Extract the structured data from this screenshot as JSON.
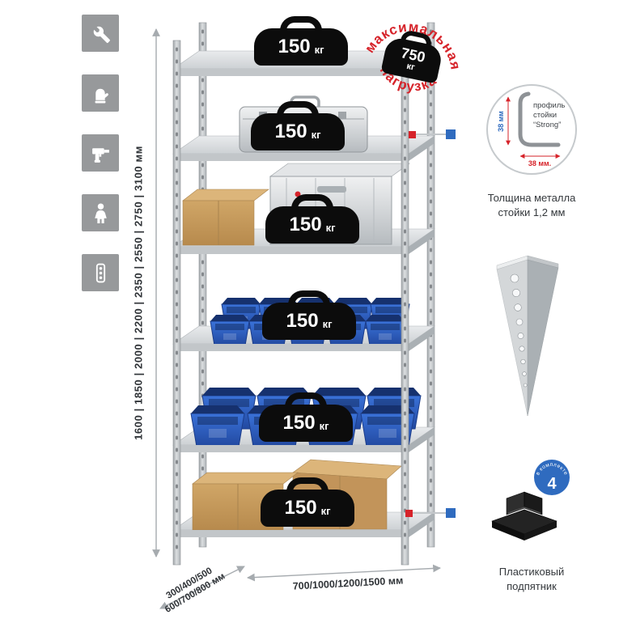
{
  "left_icons": {
    "items": [
      {
        "name": "wrench"
      },
      {
        "name": "gloves"
      },
      {
        "name": "drill"
      },
      {
        "name": "person"
      },
      {
        "name": "power-strip"
      }
    ]
  },
  "dimensions": {
    "height": "1600 | 1850 | 2000 | 2200 | 2350 | 2550 | 2750 | 3100 мм",
    "depth_line1": "300/400/500",
    "depth_line2": "600/700/800 мм",
    "width": "700/1000/1200/1500 мм"
  },
  "stamp": {
    "arc_top": "максимальная",
    "arc_bottom": "нагрузка",
    "value": "750",
    "unit": "кг"
  },
  "shelf_badges": [
    {
      "value": "150",
      "unit": "кг"
    },
    {
      "value": "150",
      "unit": "кг"
    },
    {
      "value": "150",
      "unit": "кг"
    },
    {
      "value": "150",
      "unit": "кг"
    },
    {
      "value": "150",
      "unit": "кг"
    },
    {
      "value": "150",
      "unit": "кг"
    }
  ],
  "profile_callout": {
    "label1": "профиль",
    "label2": "стойки",
    "label3": "“Strong”",
    "dim_vertical": "38 мм",
    "dim_horizontal": "38 мм.",
    "caption1": "Толщина металла",
    "caption2": "стойки 1,2 мм"
  },
  "foot_callout": {
    "badge_value": "4",
    "badge_arc": "в комплекте",
    "caption1": "Пластиковый",
    "caption2": "подпятник"
  },
  "colors": {
    "accent_red": "#d6232a",
    "accent_blue": "#2f6bbf",
    "bin_blue": "#2e62c3"
  }
}
